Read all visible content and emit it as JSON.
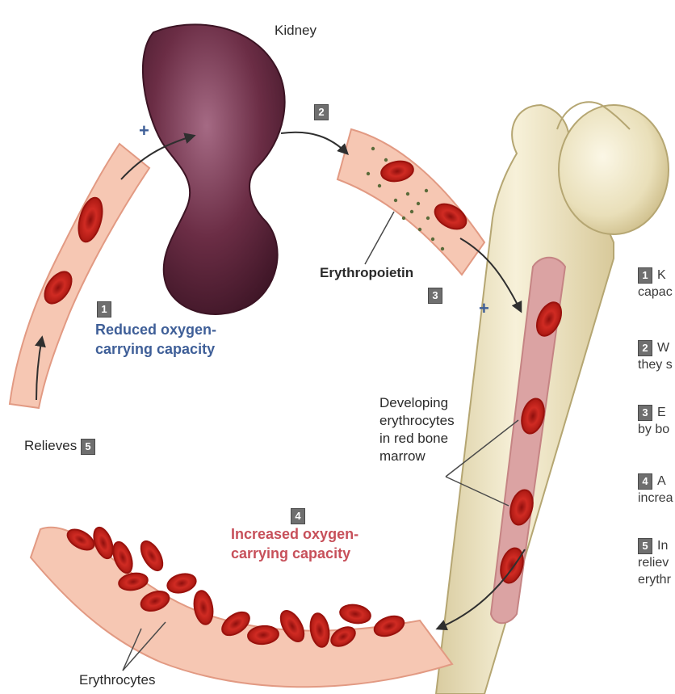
{
  "labels": {
    "kidney": "Kidney",
    "erythropoietin": "Erythropoietin",
    "reduced_line1": "Reduced oxygen-",
    "reduced_line2": "carrying capacity",
    "increased_line1": "Increased oxygen-",
    "increased_line2": "carrying capacity",
    "developing": [
      "Developing",
      "erythrocytes",
      "in red bone",
      "marrow"
    ],
    "relieves": "Relieves",
    "erythrocytes": "Erythrocytes",
    "plus": "+"
  },
  "steps": [
    "1",
    "2",
    "3",
    "4",
    "5"
  ],
  "legend": [
    {
      "num": "1",
      "lines": [
        "K",
        "capac"
      ]
    },
    {
      "num": "2",
      "lines": [
        "W",
        "they s"
      ]
    },
    {
      "num": "3",
      "lines": [
        "E",
        "by bo"
      ]
    },
    {
      "num": "4",
      "lines": [
        "A",
        "increa"
      ]
    },
    {
      "num": "5",
      "lines": [
        "In",
        "reliev",
        "erythr"
      ]
    }
  ],
  "colors": {
    "vessel": "#f6c7b3",
    "vessel_edge": "#e29a83",
    "rbc": "#c8221c",
    "kidney": "#6b2d45",
    "bone": "#efe6c6",
    "marrow": "#dba3a3",
    "label_blue": "#3f5f98",
    "label_red": "#c7505a"
  }
}
